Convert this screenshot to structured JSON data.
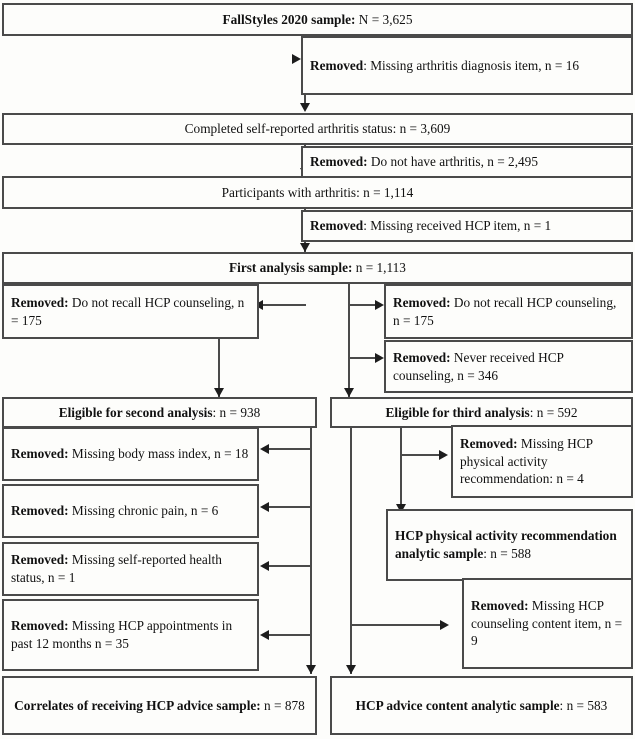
{
  "diagram": {
    "title": "FallStyles 2020 participant flow diagram",
    "type": "flowchart",
    "line_color": "#4a4a4a",
    "arrow_color": "#1d1d1d",
    "box_fill": "#fdfdfb"
  },
  "nodes": {
    "total_sample": {
      "label_bold": "FallStyles 2020 sample:",
      "label_rest": " N = 3,625"
    },
    "removed_arthritis_item": {
      "label_bold": "Removed",
      "label_rest": ": Missing arthritis diagnosis item, n = 16"
    },
    "completed_status": {
      "label_bold": "",
      "label_rest": "Completed self-reported arthritis status: n = 3,609"
    },
    "removed_no_arthritis": {
      "label_bold": "Removed:",
      "label_rest": " Do not have arthritis, n = 2,495"
    },
    "participants_arthritis": {
      "label_bold": "",
      "label_rest": "Participants with arthritis: n = 1,114"
    },
    "removed_hcp_item": {
      "label_bold": "Removed",
      "label_rest": ": Missing received HCP item, n = 1"
    },
    "first_analysis": {
      "label_bold": "First analysis sample:",
      "label_rest": " n = 1,113"
    },
    "removed_recall_left": {
      "label_bold": "Removed:",
      "label_rest": " Do not recall HCP counseling, n = 175"
    },
    "removed_recall_right": {
      "label_bold": "Removed:",
      "label_rest": " Do not recall HCP counseling, n = 175"
    },
    "removed_never_received": {
      "label_bold": "Removed:",
      "label_rest": " Never received HCP counseling, n = 346"
    },
    "eligible_second": {
      "label_bold": "Eligible for second analysis",
      "label_rest": ": n = 938"
    },
    "eligible_third": {
      "label_bold": "Eligible for third analysis",
      "label_rest": ": n = 592"
    },
    "removed_bmi": {
      "label_bold": "Removed:",
      "label_rest": " Missing body mass index, n = 18"
    },
    "removed_chronic_pain": {
      "label_bold": "Removed:",
      "label_rest": " Missing chronic pain, n = 6"
    },
    "removed_health_status": {
      "label_bold": "Removed:",
      "label_rest": " Missing self-reported health status, n = 1"
    },
    "removed_appointments": {
      "label_bold": "Removed:",
      "label_rest": " Missing HCP appointments in past 12 months n = 35"
    },
    "removed_pa_recommendation": {
      "label_bold": "Removed:",
      "label_rest": " Missing HCP physical activity recommendation: n = 4"
    },
    "pa_recommendation_sample": {
      "label_bold": "HCP physical activity recommendation analytic sample",
      "label_rest": ": n = 588"
    },
    "removed_counseling_content": {
      "label_bold": "Removed:",
      "label_rest": " Missing HCP counseling content item, n = 9"
    },
    "correlates_sample": {
      "label_bold": "Correlates of receiving HCP advice sample:",
      "label_rest": " n = 878"
    },
    "advice_content_sample": {
      "label_bold": "HCP advice content analytic sample",
      "label_rest": ": n = 583"
    }
  }
}
